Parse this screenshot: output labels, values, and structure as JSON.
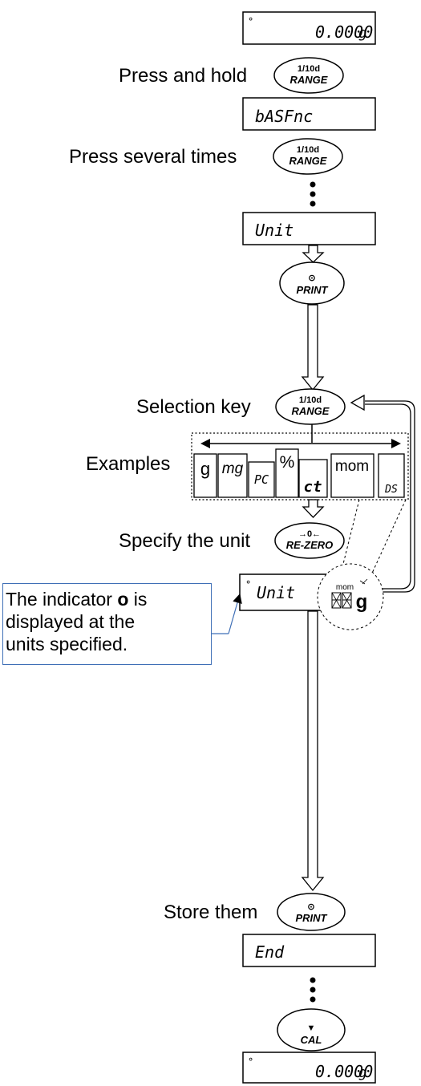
{
  "displays": {
    "start": {
      "indicator": "°",
      "value": "0.0000",
      "unit": "g"
    },
    "basfnc": "bASFnc",
    "unit_menu": "Unit",
    "unit_selected": {
      "indicator": "°",
      "text": "Unit"
    },
    "end": "End",
    "final": {
      "indicator": "°",
      "value": "0.0000",
      "unit": "g"
    }
  },
  "buttons": {
    "range_top": "1/10d",
    "range_bottom": "RANGE",
    "print_top": "⊙",
    "print_bottom": "PRINT",
    "rezero_top": "→0←",
    "rezero_bottom": "RE-ZERO",
    "cal_top": "▼",
    "cal_bottom": "CAL"
  },
  "labels": {
    "press_and_hold": "Press and hold",
    "press_several": "Press several times",
    "selection_key": "Selection key",
    "examples": "Examples",
    "specify_unit": "Specify the unit",
    "store_them": "Store them"
  },
  "unit_examples": [
    "g",
    "mg",
    "PC",
    "%",
    "ct",
    "mom",
    "DS"
  ],
  "callout": {
    "line1a": "The indicator ",
    "line1b": "o",
    "line1c": " is",
    "line2": "displayed at the",
    "line3": "units specified."
  },
  "zoom": {
    "top": "mom",
    "unit": "g"
  },
  "ellipsis": "⋮"
}
